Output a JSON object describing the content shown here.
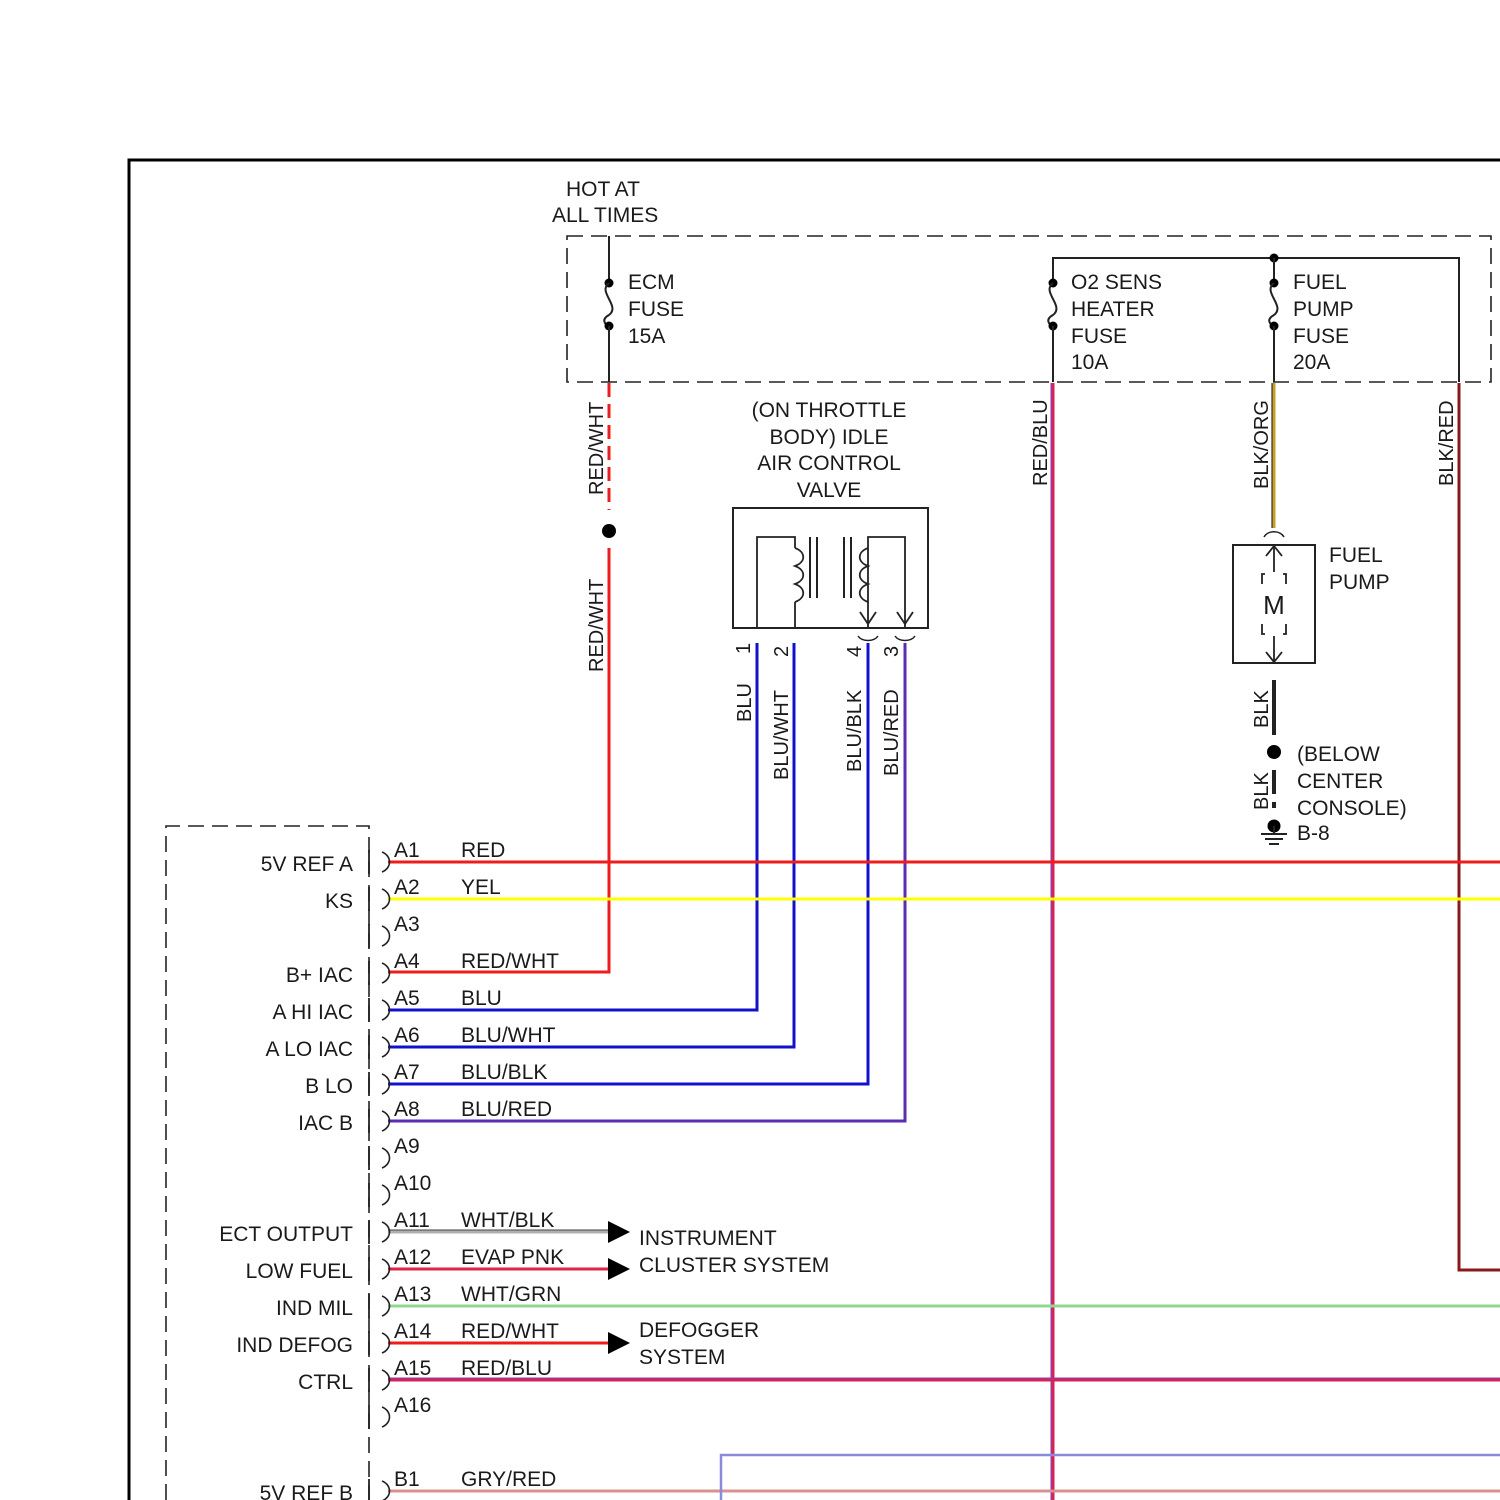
{
  "power_source": {
    "line1": "HOT AT",
    "line2": "ALL TIMES"
  },
  "fuses": {
    "ecm": {
      "line1": "ECM",
      "line2": "FUSE",
      "line3": "15A"
    },
    "o2": {
      "line1": "O2 SENS",
      "line2": "HEATER",
      "line3": "FUSE",
      "line4": "10A"
    },
    "fuel": {
      "line1": "FUEL",
      "line2": "PUMP",
      "line3": "FUSE",
      "line4": "20A"
    }
  },
  "iac_valve": {
    "line1": "(ON THROTTLE",
    "line2": "BODY) IDLE",
    "line3": "AIR CONTROL",
    "line4": "VALVE",
    "pins": [
      "1",
      "2",
      "4",
      "3"
    ],
    "wires": [
      "BLU",
      "BLU/WHT",
      "BLU/BLK",
      "BLU/RED"
    ]
  },
  "fuel_pump": {
    "line1": "FUEL",
    "line2": "PUMP",
    "motor": "M"
  },
  "ground": {
    "line1": "(BELOW",
    "line2": "CENTER",
    "line3": "CONSOLE)",
    "id": "B-8"
  },
  "vertical_wires": {
    "ecm_upper": "RED/WHT",
    "ecm_lower": "RED/WHT",
    "o2": "RED/BLU",
    "fuel_pump": "BLK/ORG",
    "right": "BLK/RED",
    "pump_ground_upper": "BLK",
    "pump_ground_lower": "BLK"
  },
  "colors": {
    "red": "#ee1c1c",
    "yellow": "#ffff00",
    "blue": "#1111cc",
    "purple": "#5a2db0",
    "gray": "#b0b0b0",
    "crimson": "#e0234b",
    "green": "#90d890",
    "orange": "#c8a028"
  },
  "connector": {
    "rows": [
      {
        "pin": "A1",
        "function": "5V REF A",
        "wire": "RED"
      },
      {
        "pin": "A2",
        "function": "KS",
        "wire": "YEL"
      },
      {
        "pin": "A3",
        "function": "",
        "wire": ""
      },
      {
        "pin": "A4",
        "function": "B+ IAC",
        "wire": "RED/WHT"
      },
      {
        "pin": "A5",
        "function": "A HI IAC",
        "wire": "BLU"
      },
      {
        "pin": "A6",
        "function": "A LO IAC",
        "wire": "BLU/WHT"
      },
      {
        "pin": "A7",
        "function": "B LO",
        "wire": "BLU/BLK"
      },
      {
        "pin": "A8",
        "function": "IAC B",
        "wire": "BLU/RED"
      },
      {
        "pin": "A9",
        "function": "",
        "wire": ""
      },
      {
        "pin": "A10",
        "function": "",
        "wire": ""
      },
      {
        "pin": "A11",
        "function": "ECT OUTPUT",
        "wire": "WHT/BLK"
      },
      {
        "pin": "A12",
        "function": "LOW FUEL",
        "wire": "EVAP PNK"
      },
      {
        "pin": "A13",
        "function": "IND MIL",
        "wire": "WHT/GRN"
      },
      {
        "pin": "A14",
        "function": "IND DEFOG",
        "wire": "RED/WHT"
      },
      {
        "pin": "A15",
        "function": "CTRL",
        "wire": "RED/BLU"
      },
      {
        "pin": "A16",
        "function": "",
        "wire": ""
      },
      {
        "pin": "B1",
        "function": "5V REF B",
        "wire": "GRY/RED"
      }
    ]
  },
  "destinations": {
    "instrument": {
      "line1": "INSTRUMENT",
      "line2": "CLUSTER SYSTEM"
    },
    "defogger": {
      "line1": "DEFOGGER",
      "line2": "SYSTEM"
    }
  }
}
